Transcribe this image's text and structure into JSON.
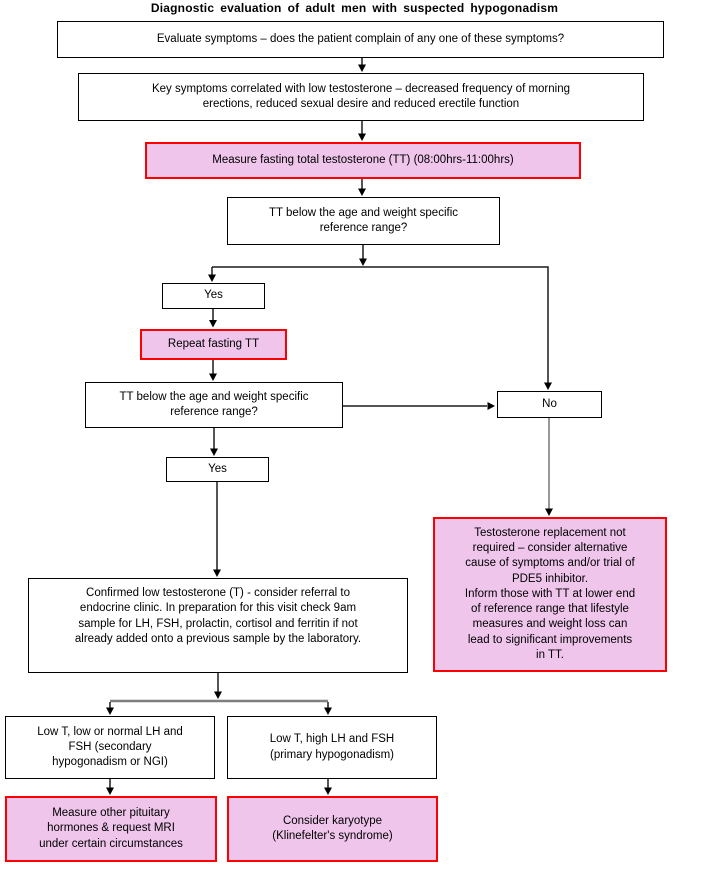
{
  "title": "Diagnostic evaluation of adult men with suspected hypogonadism",
  "colors": {
    "pink_fill": "#EFC5EC",
    "pink_border": "#FF0000",
    "line": "#1C1C1C",
    "gray_line": "#7F7F7F"
  },
  "nodes": {
    "evaluate": {
      "text": "Evaluate symptoms – does the patient complain of any one of these symptoms?"
    },
    "key_symptoms": {
      "text": "Key symptoms correlated with low testosterone – decreased frequency of morning\nerections, reduced sexual desire and reduced erectile function"
    },
    "measure_tt": {
      "text": "Measure fasting total testosterone (TT) (08:00hrs-11:00hrs)"
    },
    "tt_below_first": {
      "text": "TT below the age and weight specific\nreference range?"
    },
    "yes_first": {
      "text": "Yes"
    },
    "repeat_tt": {
      "text": "Repeat fasting TT"
    },
    "tt_below_second": {
      "text": "TT below the age and weight specific\nreference range?"
    },
    "no": {
      "text": "No"
    },
    "yes_second": {
      "text": "Yes"
    },
    "confirmed": {
      "text": "Confirmed low testosterone (T) - consider referral to\nendocrine clinic. In preparation for this visit check 9am\nsample for LH, FSH, prolactin, cortisol and ferritin if not\nalready added onto a previous sample by the laboratory."
    },
    "no_replacement": {
      "part1": "Testosterone replacement not\nrequired – consider alternative\ncause of symptoms and/or trial of\nPDE5 inhibitor.",
      "part2": "Inform those with TT at lower end\nof reference range that lifestyle\nmeasures and weight loss can\nlead to significant improvements\nin TT."
    },
    "secondary": {
      "text": "Low T, low or normal LH and\nFSH (secondary\nhypogonadism or NGI)"
    },
    "primary": {
      "text": "Low T, high LH and FSH\n(primary hypogonadism)"
    },
    "pituitary": {
      "text": "Measure other pituitary\nhormones & request MRI\nunder certain circumstances"
    },
    "karyotype": {
      "text": "Consider karyotype\n(Klinefelter's syndrome)"
    }
  }
}
